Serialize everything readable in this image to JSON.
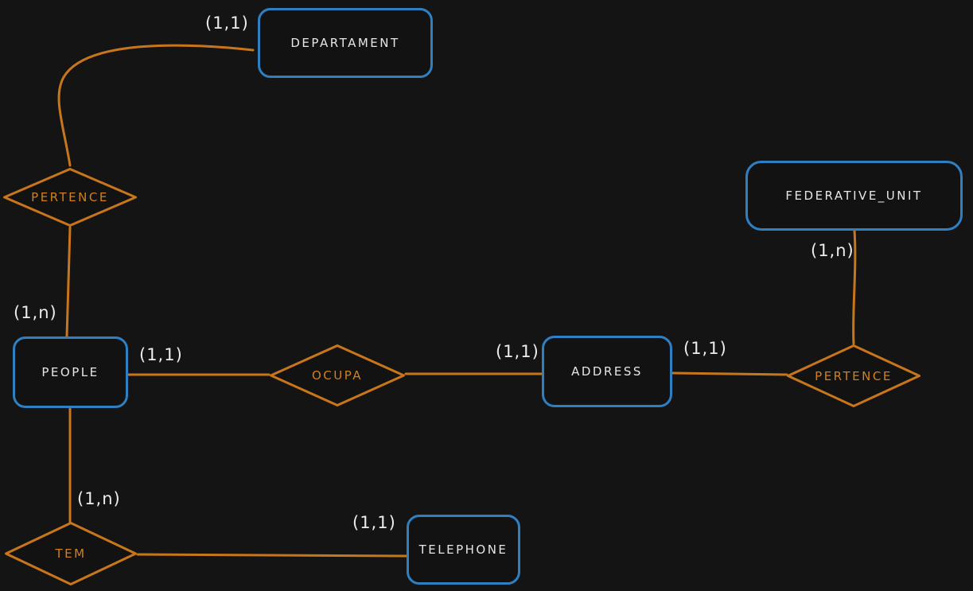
{
  "diagram": {
    "type": "entity-relationship",
    "colors": {
      "background": "#141414",
      "entity_stroke": "#2f80c2",
      "relationship_stroke": "#c8761c",
      "relationship_text": "#d0801f",
      "label_text": "#ececec"
    },
    "entities": [
      {
        "id": "departament",
        "label": "DEPARTAMENT"
      },
      {
        "id": "federative_unit",
        "label": "FEDERATIVE_UNIT"
      },
      {
        "id": "people",
        "label": "PEOPLE"
      },
      {
        "id": "address",
        "label": "ADDRESS"
      },
      {
        "id": "telephone",
        "label": "TELEPHONE"
      }
    ],
    "relationships": [
      {
        "id": "pertence_left",
        "label": "PERTENCE",
        "connects": [
          "PEOPLE",
          "DEPARTAMENT"
        ]
      },
      {
        "id": "ocupa",
        "label": "OCUPA",
        "connects": [
          "PEOPLE",
          "ADDRESS"
        ]
      },
      {
        "id": "pertence_right",
        "label": "PERTENCE",
        "connects": [
          "ADDRESS",
          "FEDERATIVE_UNIT"
        ]
      },
      {
        "id": "tem",
        "label": "TEM",
        "connects": [
          "PEOPLE",
          "TELEPHONE"
        ]
      }
    ],
    "cardinalities": [
      {
        "id": "departament_side",
        "label": "(1,1)"
      },
      {
        "id": "people_top",
        "label": "(1,n)"
      },
      {
        "id": "people_right",
        "label": "(1,1)"
      },
      {
        "id": "address_left",
        "label": "(1,1)"
      },
      {
        "id": "address_right",
        "label": "(1,1)"
      },
      {
        "id": "federative_unit_bottom",
        "label": "(1,n)"
      },
      {
        "id": "tem_top",
        "label": "(1,n)"
      },
      {
        "id": "telephone_left",
        "label": "(1,1)"
      }
    ]
  }
}
